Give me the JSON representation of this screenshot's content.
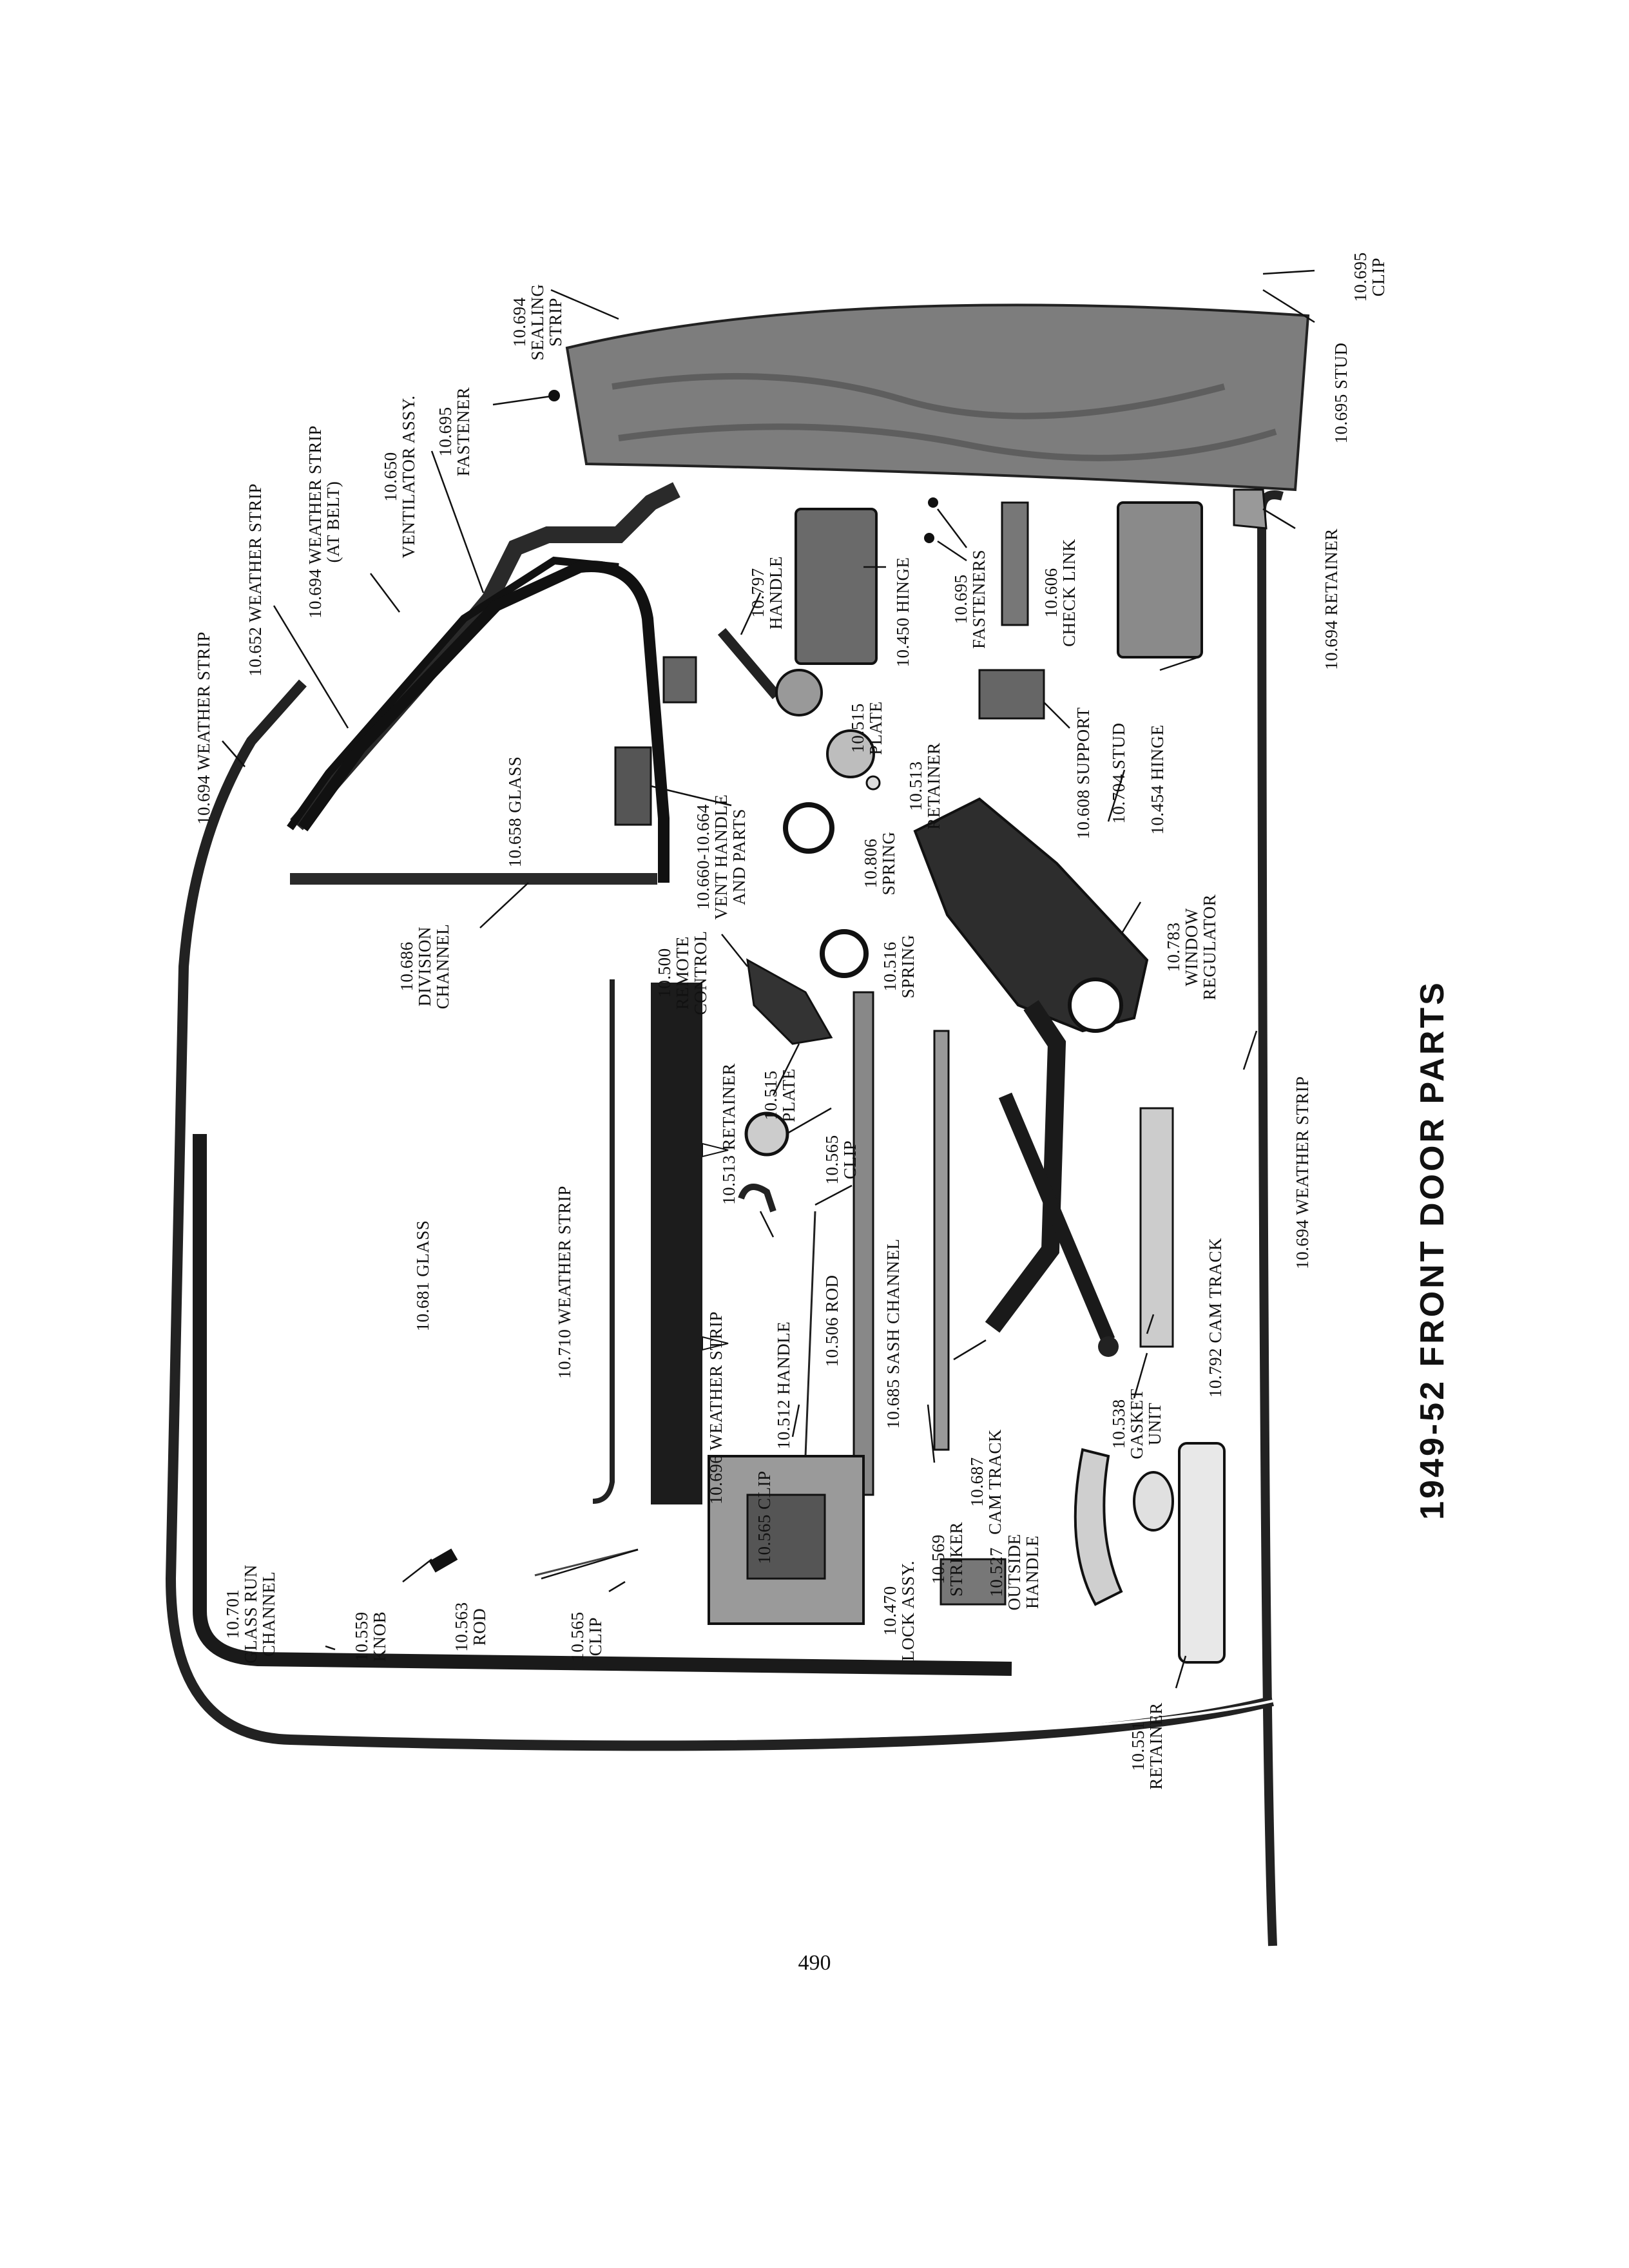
{
  "title": "1949-52 FRONT DOOR PARTS",
  "page_number": "490",
  "labels": [
    {
      "id": "sealing-strip",
      "lines": [
        "10.694",
        "SEALING",
        "STRIP"
      ]
    },
    {
      "id": "clip-695",
      "lines": [
        "10.695",
        "CLIP"
      ]
    },
    {
      "id": "stud-695",
      "lines": [
        "10.695  STUD"
      ]
    },
    {
      "id": "fastener-695",
      "lines": [
        "10.695",
        "FASTENER"
      ]
    },
    {
      "id": "ventilator",
      "lines": [
        "10.650",
        "VENTILATOR ASSY."
      ]
    },
    {
      "id": "ws-belt",
      "lines": [
        "10.694  WEATHER STRIP",
        "(AT BELT)"
      ]
    },
    {
      "id": "ws-652",
      "lines": [
        "10.652  WEATHER STRIP"
      ]
    },
    {
      "id": "ws-694-top",
      "lines": [
        "10.694  WEATHER STRIP"
      ]
    },
    {
      "id": "retainer-694",
      "lines": [
        "10.694  RETAINER"
      ]
    },
    {
      "id": "hinge-450",
      "lines": [
        "10.450  HINGE"
      ]
    },
    {
      "id": "handle-797",
      "lines": [
        "10.797",
        "HANDLE"
      ]
    },
    {
      "id": "fasteners-695",
      "lines": [
        "10.695",
        "FASTENERS"
      ]
    },
    {
      "id": "check-link",
      "lines": [
        "10.606",
        "CHECK  LINK"
      ]
    },
    {
      "id": "glass-658",
      "lines": [
        "10.658  GLASS"
      ]
    },
    {
      "id": "vent-handle",
      "lines": [
        "10.660-10.664",
        "VENT HANDLE",
        "AND PARTS"
      ]
    },
    {
      "id": "plate-515-top",
      "lines": [
        "10.515",
        "PLATE"
      ]
    },
    {
      "id": "retainer-513-top",
      "lines": [
        "10.513",
        "RETAINER"
      ]
    },
    {
      "id": "support-608",
      "lines": [
        "10.608  SUPPORT"
      ]
    },
    {
      "id": "stud-704",
      "lines": [
        "10.704  STUD"
      ]
    },
    {
      "id": "hinge-454",
      "lines": [
        "10.454  HINGE"
      ]
    },
    {
      "id": "spring-806",
      "lines": [
        "10.806",
        "SPRING"
      ]
    },
    {
      "id": "division-channel",
      "lines": [
        "10.686",
        "DIVISION",
        "CHANNEL"
      ]
    },
    {
      "id": "remote-control",
      "lines": [
        "10.500",
        "REMOTE",
        "CONTROL"
      ]
    },
    {
      "id": "spring-516",
      "lines": [
        "10.516",
        "SPRING"
      ]
    },
    {
      "id": "window-regulator",
      "lines": [
        "10.783",
        "WINDOW",
        "REGULATOR"
      ]
    },
    {
      "id": "retainer-513-mid",
      "lines": [
        "10.513  RETAINER"
      ]
    },
    {
      "id": "plate-515-mid",
      "lines": [
        "10.515",
        "PLATE"
      ]
    },
    {
      "id": "clip-565-mid",
      "lines": [
        "10.565",
        "CLIP"
      ]
    },
    {
      "id": "ws-694-bottom",
      "lines": [
        "10.694  WEATHER STRIP"
      ]
    },
    {
      "id": "glass-681",
      "lines": [
        "10.681  GLASS"
      ]
    },
    {
      "id": "ws-710",
      "lines": [
        "10.710  WEATHER STRIP"
      ]
    },
    {
      "id": "ws-696",
      "lines": [
        "10.696  WEATHER STRIP"
      ]
    },
    {
      "id": "handle-512",
      "lines": [
        "10.512  HANDLE"
      ]
    },
    {
      "id": "rod-506",
      "lines": [
        "10.506  ROD"
      ]
    },
    {
      "id": "sash-channel",
      "lines": [
        "10.685  SASH  CHANNEL"
      ]
    },
    {
      "id": "cam-track-792",
      "lines": [
        "10.792  CAM  TRACK"
      ]
    },
    {
      "id": "cam-track-687",
      "lines": [
        "10.687",
        "CAM  TRACK"
      ]
    },
    {
      "id": "gasket-unit",
      "lines": [
        "10.538",
        "GASKET",
        "UNIT"
      ]
    },
    {
      "id": "clip-565-low",
      "lines": [
        "10.565  CLIP"
      ]
    },
    {
      "id": "striker",
      "lines": [
        "10.569",
        "STRIKER"
      ]
    },
    {
      "id": "outside-handle",
      "lines": [
        "10.527",
        "OUTSIDE",
        "HANDLE"
      ]
    },
    {
      "id": "lock-assy",
      "lines": [
        "10.470",
        "LOCK  ASSY."
      ]
    },
    {
      "id": "glass-run",
      "lines": [
        "10.701",
        "GLASS RUN",
        "CHANNEL"
      ]
    },
    {
      "id": "knob",
      "lines": [
        "10.559",
        "KNOB"
      ]
    },
    {
      "id": "rod-563",
      "lines": [
        "10.563",
        "ROD"
      ]
    },
    {
      "id": "clip-565-bottom",
      "lines": [
        "10.565",
        "CLIP"
      ]
    },
    {
      "id": "retainer-551",
      "lines": [
        "10.551",
        "RETAINER"
      ]
    }
  ]
}
